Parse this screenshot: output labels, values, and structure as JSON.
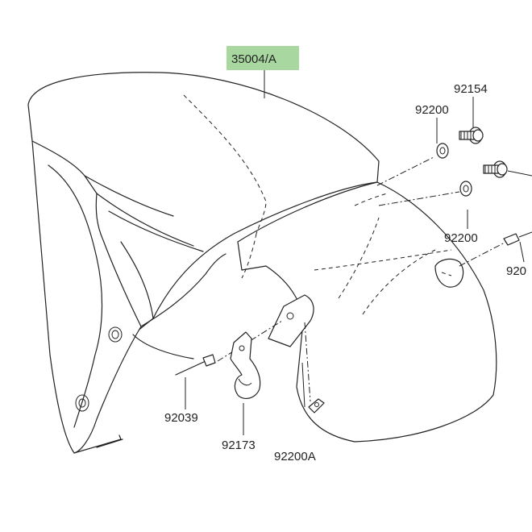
{
  "diagram": {
    "highlight_color": "#a8d8a0",
    "line_color": "#222222",
    "labels": {
      "fender": "35004/A",
      "washer_top": "92200",
      "bolt_top": "92154",
      "washer_mid": "92200",
      "clip_right": "920",
      "grommet_left": "92039",
      "bracket": "92173",
      "clamp": "92200A"
    }
  }
}
